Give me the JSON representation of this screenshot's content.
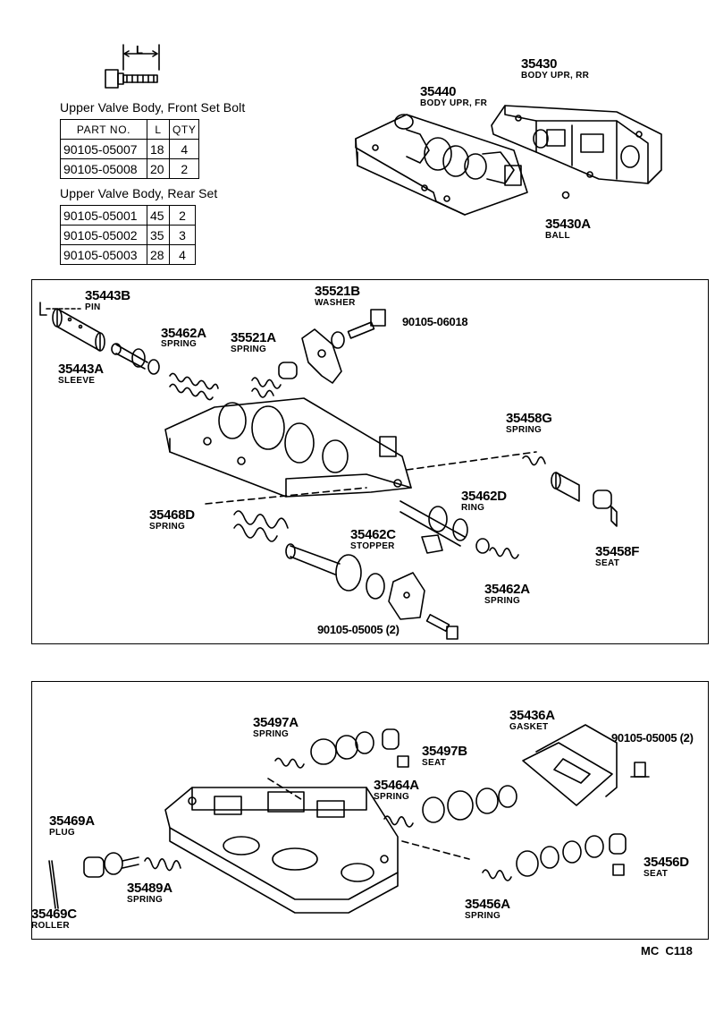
{
  "bolt_icon_label": "L",
  "front_table": {
    "title": "Upper Valve Body, Front Set Bolt",
    "headers": [
      "PART NO.",
      "L",
      "QTY"
    ],
    "rows": [
      [
        "90105-05007",
        "18",
        "4"
      ],
      [
        "90105-05008",
        "20",
        "2"
      ]
    ]
  },
  "rear_table": {
    "title": "Upper Valve Body, Rear Set",
    "rows": [
      [
        "90105-05001",
        "45",
        "2"
      ],
      [
        "90105-05002",
        "35",
        "3"
      ],
      [
        "90105-05003",
        "28",
        "4"
      ]
    ]
  },
  "top_parts": [
    {
      "number": "35440",
      "name": "BODY UPR, FR"
    },
    {
      "number": "35430",
      "name": "BODY UPR, RR"
    },
    {
      "number": "35430A",
      "name": "BALL"
    }
  ],
  "front_parts": [
    {
      "number": "35443B",
      "name": "PIN"
    },
    {
      "number": "35443A",
      "name": "SLEEVE"
    },
    {
      "number": "35462A",
      "name": "SPRING"
    },
    {
      "number": "35521A",
      "name": "SPRING"
    },
    {
      "number": "35521B",
      "name": "WASHER"
    },
    {
      "number": "90105-06018",
      "name": ""
    },
    {
      "number": "35458G",
      "name": "SPRING"
    },
    {
      "number": "35462D",
      "name": "RING"
    },
    {
      "number": "35468D",
      "name": "SPRING"
    },
    {
      "number": "35462C",
      "name": "STOPPER"
    },
    {
      "number": "35458F",
      "name": "SEAT"
    },
    {
      "number": "35462A",
      "name": "SPRING"
    },
    {
      "number": "90105-05005 (2)",
      "name": ""
    }
  ],
  "rear_parts": [
    {
      "number": "35497A",
      "name": "SPRING"
    },
    {
      "number": "35436A",
      "name": "GASKET"
    },
    {
      "number": "90105-05005 (2)",
      "name": ""
    },
    {
      "number": "35497B",
      "name": "SEAT"
    },
    {
      "number": "35464A",
      "name": "SPRING"
    },
    {
      "number": "35469A",
      "name": "PLUG"
    },
    {
      "number": "35489A",
      "name": "SPRING"
    },
    {
      "number": "35456D",
      "name": "SEAT"
    },
    {
      "number": "35469C",
      "name": "ROLLER"
    },
    {
      "number": "35456A",
      "name": "SPRING"
    }
  ],
  "footer_code": "MC  C118"
}
